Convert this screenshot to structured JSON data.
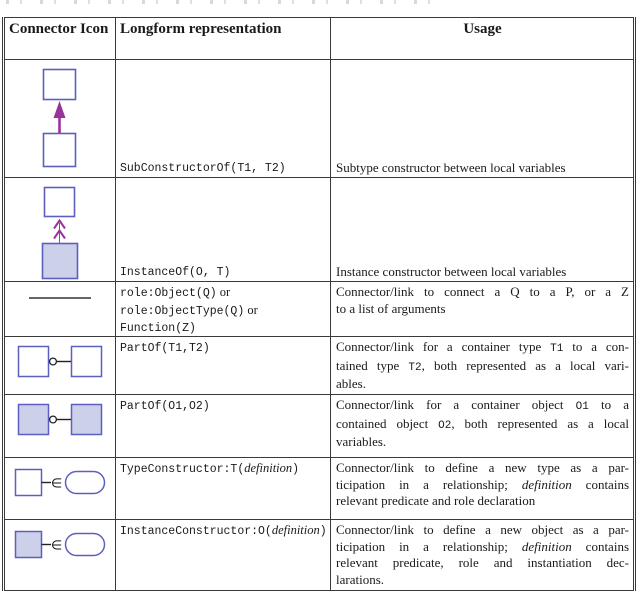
{
  "colors": {
    "box_border": "#5b5fc0",
    "box_fill": "#ccd0e8",
    "arrow": "#993399",
    "connector_line": "#222222",
    "table_border": "#3a3a3a"
  },
  "header": {
    "col1": "Connector Icon",
    "col2": "Longform representation",
    "col3": "Usage"
  },
  "rows": [
    {
      "icon": "subconstructor-arrow-icon",
      "longform": [
        [
          {
            "t": "SubConstructorOf(T1, T2)",
            "s": "mono"
          }
        ]
      ],
      "usage": [
        [
          {
            "t": "Subtype constructor between local variables",
            "s": "serif"
          }
        ]
      ]
    },
    {
      "icon": "instanceof-arrow-icon",
      "longform": [
        [
          {
            "t": "InstanceOf(O, T)",
            "s": "mono"
          }
        ]
      ],
      "usage": [
        [
          {
            "t": "Instance constructor between local variables",
            "s": "serif"
          }
        ]
      ]
    },
    {
      "icon": "role-link-line-icon",
      "longform": [
        [
          {
            "t": "role:Object(Q)",
            "s": "mono"
          },
          {
            "t": " or",
            "s": "serif"
          }
        ],
        [
          {
            "t": "role:ObjectType(Q)",
            "s": "mono"
          },
          {
            "t": " or",
            "s": "serif"
          }
        ],
        [
          {
            "t": "Function(Z)",
            "s": "mono"
          }
        ]
      ],
      "usage": [
        [
          {
            "t": "Connector/link to connect a Q to a P, or a Z",
            "s": "serif"
          }
        ],
        [
          {
            "t": "to a list of arguments",
            "s": "serif"
          }
        ]
      ]
    },
    {
      "icon": "partof-type-connector-icon",
      "longform": [
        [
          {
            "t": "PartOf(T1,T2)",
            "s": "mono"
          }
        ]
      ],
      "usage": [
        [
          {
            "t": "Connector/link for a container type ",
            "s": "serif"
          },
          {
            "t": "T1",
            "s": "mono"
          },
          {
            "t": " to a con-",
            "s": "serif"
          }
        ],
        [
          {
            "t": "tained type ",
            "s": "serif"
          },
          {
            "t": "T2",
            "s": "mono"
          },
          {
            "t": ", both represented as a local vari-",
            "s": "serif"
          }
        ],
        [
          {
            "t": "ables.",
            "s": "serif"
          }
        ]
      ]
    },
    {
      "icon": "partof-object-connector-icon",
      "longform": [
        [
          {
            "t": "PartOf(O1,O2)",
            "s": "mono"
          }
        ]
      ],
      "usage": [
        [
          {
            "t": "Connector/link for a container object ",
            "s": "serif"
          },
          {
            "t": "O1",
            "s": "mono"
          },
          {
            "t": " to a",
            "s": "serif"
          }
        ],
        [
          {
            "t": "contained object ",
            "s": "serif"
          },
          {
            "t": "O2",
            "s": "mono"
          },
          {
            "t": ", both represented as a local",
            "s": "serif"
          }
        ],
        [
          {
            "t": "variables.",
            "s": "serif"
          }
        ]
      ]
    },
    {
      "icon": "typeconstructor-connector-icon",
      "longform": [
        [
          {
            "t": "TypeConstructor:T(",
            "s": "mono"
          },
          {
            "t": "definition",
            "s": "italic"
          },
          {
            "t": ")",
            "s": "mono"
          }
        ]
      ],
      "usage": [
        [
          {
            "t": "Connector/link to define a new type as a par-",
            "s": "serif"
          }
        ],
        [
          {
            "t": "ticipation in a relationship; ",
            "s": "serif"
          },
          {
            "t": "definition",
            "s": "italic"
          },
          {
            "t": " contains",
            "s": "serif"
          }
        ],
        [
          {
            "t": "relevant predicate and role declaration",
            "s": "serif"
          }
        ]
      ]
    },
    {
      "icon": "instanceconstructor-connector-icon",
      "longform": [
        [
          {
            "t": "InstanceConstructor:O(",
            "s": "mono"
          },
          {
            "t": "definition",
            "s": "italic"
          },
          {
            "t": ")",
            "s": "mono"
          }
        ]
      ],
      "usage": [
        [
          {
            "t": "Connector/link to define a new object as a par-",
            "s": "serif"
          }
        ],
        [
          {
            "t": "ticipation in a relationship; ",
            "s": "serif"
          },
          {
            "t": "definition",
            "s": "italic"
          },
          {
            "t": " contains",
            "s": "serif"
          }
        ],
        [
          {
            "t": "relevant predicate, role and instantiation dec-",
            "s": "serif"
          }
        ],
        [
          {
            "t": "larations.",
            "s": "serif"
          }
        ]
      ]
    }
  ]
}
